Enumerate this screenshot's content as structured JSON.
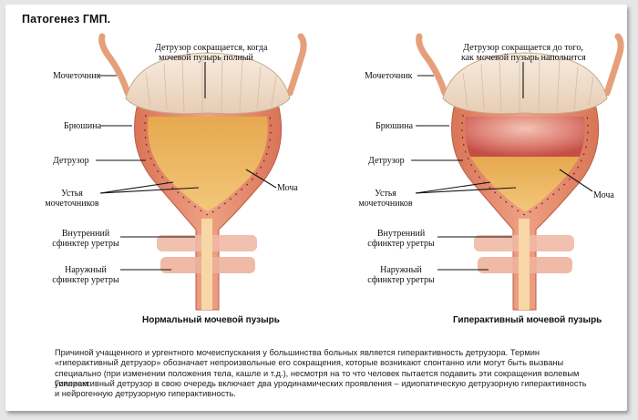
{
  "title": "Патогенез ГМП.",
  "left": {
    "top_label_line1": "Детрузор сокращается, когда",
    "top_label_line2": "мочевой пузырь полный",
    "ureter": "Мочеточник",
    "peritoneum": "Брюшина",
    "detrusor": "Детрузор",
    "orifices_line1": "Устья",
    "orifices_line2": "мочеточников",
    "urine": "Моча",
    "internal_line1": "Внутренний",
    "internal_line2": "сфинктер уретры",
    "external_line1": "Наружный",
    "external_line2": "сфинктер уретры",
    "caption": "Нормальный мочевой пузырь"
  },
  "right": {
    "top_label_line1": "Детрузор сокращается до того,",
    "top_label_line2": "как мочевой пузырь наполнится",
    "ureter": "Мочеточник",
    "peritoneum": "Брюшина",
    "detrusor": "Детрузор",
    "orifices_line1": "Устья",
    "orifices_line2": "мочеточников",
    "urine": "Моча",
    "internal_line1": "Внутренний",
    "internal_line2": "сфинктер уретры",
    "external_line1": "Наружный",
    "external_line2": "сфинктер уретры",
    "caption": "Гиперактивный мочевой пузырь"
  },
  "paragraph1": "Причиной учащенного и ургентного мочеиспускания у большинства больных является гиперактивность детрузора. Термин «гиперактивный детрузор» обозначает непроизвольные его сокращения, которые возникают спонтанно или могут быть вызваны специально (при изменении положения тела, кашле и т.д.), несмотря на то что человек пытается подавить эти сокращения волевым усилием.",
  "paragraph2": "Гиперактивный детрузор в свою очередь включает два уродинамических проявления – идиопатическую детрузорную гиперактивность и нейрогенную детрузорную гиперактивность.",
  "colors": {
    "muscle": "#e3876b",
    "urine": "#e9b25a",
    "peritoneum": "#f0dcc6",
    "inflamed": "#c9544a"
  }
}
